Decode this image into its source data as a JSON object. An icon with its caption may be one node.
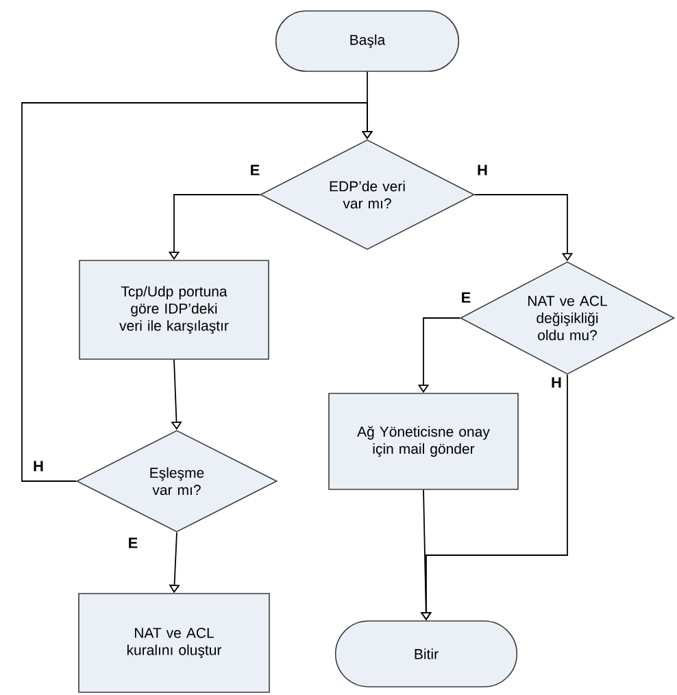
{
  "diagram": {
    "nodes": [
      {
        "text": [
          "Başla"
        ]
      },
      {
        "text": [
          "EDP’de veri var mı?"
        ]
      },
      {
        "text": [
          "Tcp/Udp portuna göre IDP’deki veri ile karşılaştır"
        ]
      },
      {
        "text": [
          "NAT ve ACL değişikliği oldu mu?"
        ]
      },
      {
        "text": [
          "Eşleşme var mı?"
        ]
      },
      {
        "text": [
          "Ağ Yöneticisne onay için mail gönder"
        ]
      },
      {
        "text": [
          "NAT ve ACL kuralını oluştur"
        ]
      },
      {
        "text": [
          "Bitir"
        ]
      }
    ],
    "edges": [
      {
        "from": 0,
        "to": 1,
        "arrow": "to"
      },
      {
        "from": 1,
        "to": 2,
        "arrow": "to",
        "label": "E"
      },
      {
        "from": 1,
        "to": 3,
        "arrow": "to",
        "label": "H"
      },
      {
        "from": 2,
        "to": 4,
        "arrow": "to"
      },
      {
        "from": 4,
        "to": 1,
        "arrow": "to",
        "label": "H"
      },
      {
        "from": 3,
        "to": 5,
        "arrow": "to",
        "label": "E"
      },
      {
        "from": 4,
        "to": 6,
        "arrow": "to",
        "label": "E"
      },
      {
        "from": 3,
        "to": 7,
        "arrow": "to",
        "label": "H"
      },
      {
        "from": 5,
        "to": 7,
        "arrow": "to"
      }
    ]
  }
}
